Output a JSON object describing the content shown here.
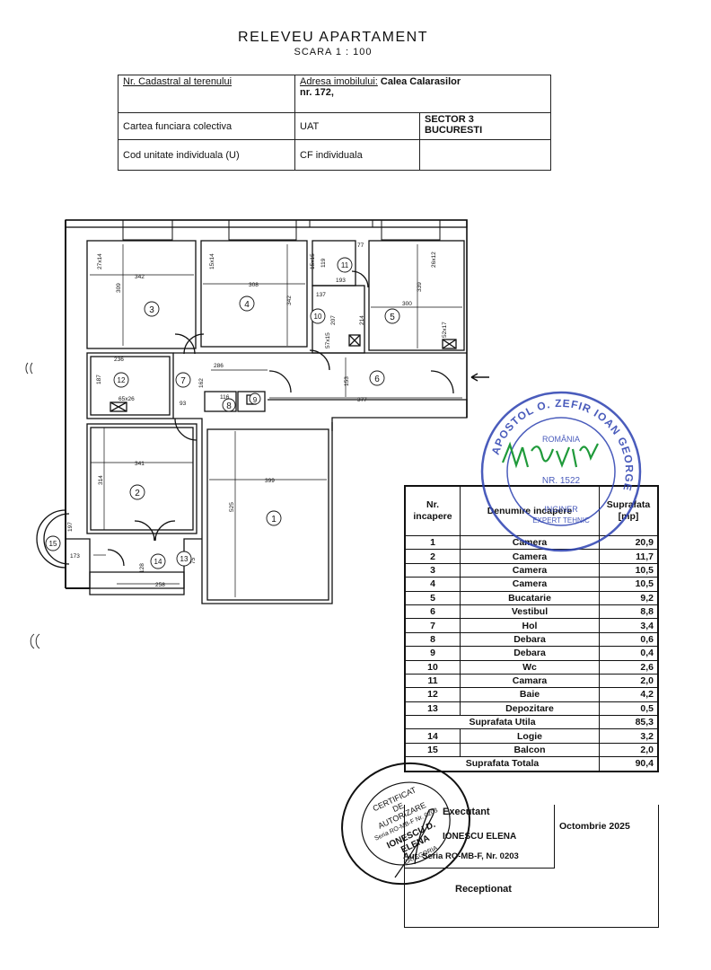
{
  "header": {
    "title": "RELEVEU APARTAMENT",
    "scale": "SCARA 1 : 100"
  },
  "info_table": {
    "cadastral_label": "Nr. Cadastral al terenului",
    "address_label": "Adresa imobilului:",
    "address_value": "Calea Calarasilor",
    "address_number": "nr. 172,",
    "cf_collective": "Cartea funciara colectiva",
    "uat_label": "UAT",
    "sector": "SECTOR 3",
    "city": "BUCURESTI",
    "unit_code": "Cod unitate individuala (U)",
    "cf_individual": "CF individuala"
  },
  "plan": {
    "room_numbers": [
      "1",
      "2",
      "3",
      "4",
      "5",
      "6",
      "7",
      "8",
      "9",
      "10",
      "11",
      "12",
      "13",
      "14",
      "15"
    ],
    "dimensions": {
      "r3_width": "342",
      "r3_height": "309",
      "r3_tag": "27x14",
      "r4_width": "308",
      "r4_height": "342",
      "r4_tag": "15x14",
      "r5_width": "300",
      "r5_height": "339",
      "r5_tag": "26x12",
      "r5_bath": "52x17",
      "r11_a": "77",
      "r11_b": "119",
      "r11_c": "193",
      "r11_d": "15x15",
      "r10_a": "137",
      "r10_b": "207",
      "r10_c": "214",
      "r10_d": "57x15",
      "r6_a": "286",
      "r6_b": "153",
      "r6_c": "377",
      "r12_a": "236",
      "r12_b": "187",
      "r12_c": "65x26",
      "r8_a": "116",
      "r8_b": "162",
      "r8_c": "93",
      "r2_a": "341",
      "r2_b": "314",
      "r1_a": "399",
      "r1_b": "525",
      "r15_a": "197",
      "r15_b": "173",
      "r14_a": "128",
      "r14_b": "258",
      "r13_a": "75"
    }
  },
  "rooms_table": {
    "headers": {
      "nr": "Nr. incapere",
      "name": "Denumire incapere",
      "area": "Suprafata [mp]"
    },
    "rows": [
      {
        "nr": "1",
        "name": "Camera",
        "area": "20,9"
      },
      {
        "nr": "2",
        "name": "Camera",
        "area": "11,7"
      },
      {
        "nr": "3",
        "name": "Camera",
        "area": "10,5"
      },
      {
        "nr": "4",
        "name": "Camera",
        "area": "10,5"
      },
      {
        "nr": "5",
        "name": "Bucatarie",
        "area": "9,2"
      },
      {
        "nr": "6",
        "name": "Vestibul",
        "area": "8,8"
      },
      {
        "nr": "7",
        "name": "Hol",
        "area": "3,4"
      },
      {
        "nr": "8",
        "name": "Debara",
        "area": "0,6"
      },
      {
        "nr": "9",
        "name": "Debara",
        "area": "0,4"
      },
      {
        "nr": "10",
        "name": "Wc",
        "area": "2,6"
      },
      {
        "nr": "11",
        "name": "Camara",
        "area": "2,0"
      },
      {
        "nr": "12",
        "name": "Baie",
        "area": "4,2"
      },
      {
        "nr": "13",
        "name": "Depozitare",
        "area": "0,5"
      }
    ],
    "useful_label": "Suprafata Utila",
    "useful_value": "85,3",
    "extra_rows": [
      {
        "nr": "14",
        "name": "Logie",
        "area": "3,2"
      },
      {
        "nr": "15",
        "name": "Balcon",
        "area": "2,0"
      }
    ],
    "total_label": "Suprafata Totala",
    "total_value": "90,4"
  },
  "executant": {
    "label": "Executant",
    "name": "IONESCU ELENA",
    "authorization": "Aut. Seria RO-MB-F, Nr. 0203",
    "date": "Octombrie 2025",
    "receptionat": "Receptionat"
  },
  "stamps": {
    "round_stamp_text": "APOSTOL O. ZEFIR IOAN GEORGE",
    "round_stamp_inner": [
      "ROMÂNIA",
      "INGINER",
      "EXPERT TEHNIC",
      "NR. 1522"
    ],
    "cert_stamp_text": [
      "CERTIFICAT",
      "DE",
      "AUTORIZARE",
      "Seria RO-MB-F Nr. 0203",
      "IONESCU D.",
      "ELENA",
      "CATEGORIA"
    ],
    "signature": "ABUCN",
    "colors": {
      "blue": "#2a3fb0",
      "green": "#1f9a3a",
      "black": "#111111"
    }
  }
}
